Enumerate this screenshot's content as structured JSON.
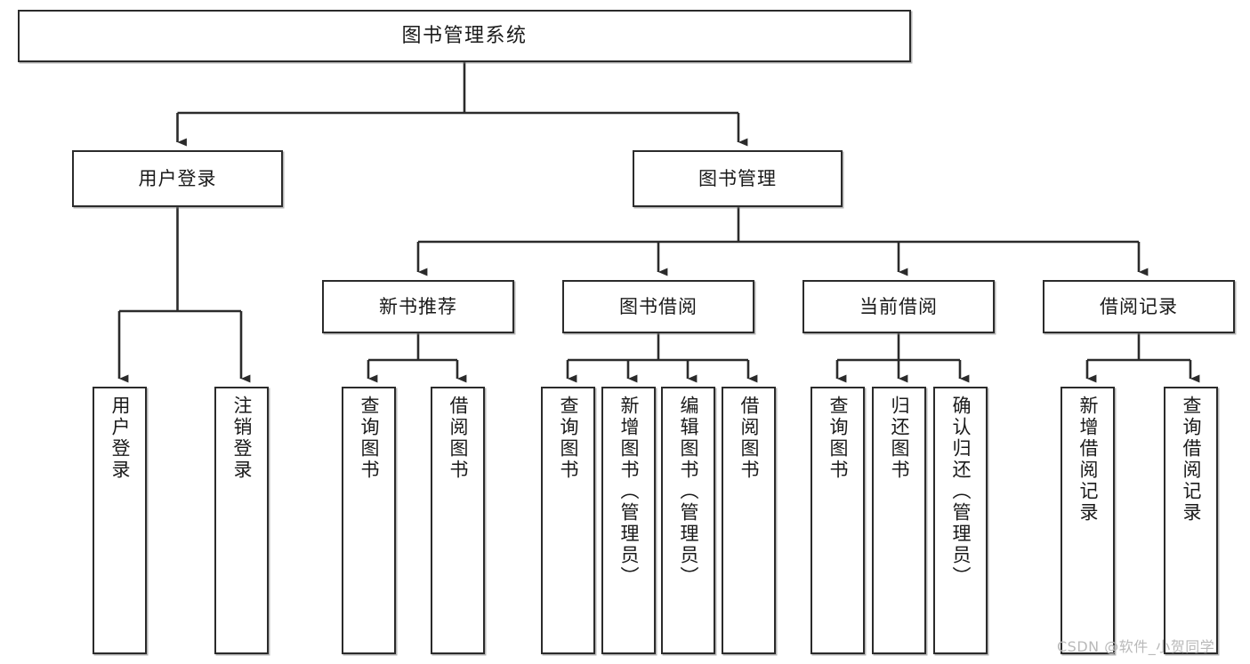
{
  "diagram": {
    "title": "图书管理系统",
    "type": "tree-hierarchy-chart",
    "watermark": "CSDN @软件_小贺同学",
    "colors": {
      "box_border": "#2b2b2b",
      "box_fill": "#ffffff",
      "connector": "#2b2b2b",
      "text": "#1a1a1a",
      "watermark": "#b9b9b9",
      "background": "#ffffff"
    }
  },
  "root": {
    "label": "图书管理系统"
  },
  "level2": [
    {
      "label": "用户登录"
    },
    {
      "label": "图书管理"
    }
  ],
  "level3": [
    {
      "label": "新书推荐"
    },
    {
      "label": "图书借阅"
    },
    {
      "label": "当前借阅"
    },
    {
      "label": "借阅记录"
    }
  ],
  "leaves": {
    "user_login": [
      {
        "label": "用户登录"
      },
      {
        "label": "注销登录"
      }
    ],
    "new_book": [
      {
        "label": "查询图书"
      },
      {
        "label": "借阅图书"
      }
    ],
    "book_borrow": [
      {
        "label": "查询图书"
      },
      {
        "label": "新增图书（管理员）"
      },
      {
        "label": "编辑图书（管理员）"
      },
      {
        "label": "借阅图书"
      }
    ],
    "current_borrow": [
      {
        "label": "查询图书"
      },
      {
        "label": "归还图书"
      },
      {
        "label": "确认归还（管理员）"
      }
    ],
    "borrow_record": [
      {
        "label": "新增借阅记录"
      },
      {
        "label": "查询借阅记录"
      }
    ]
  }
}
